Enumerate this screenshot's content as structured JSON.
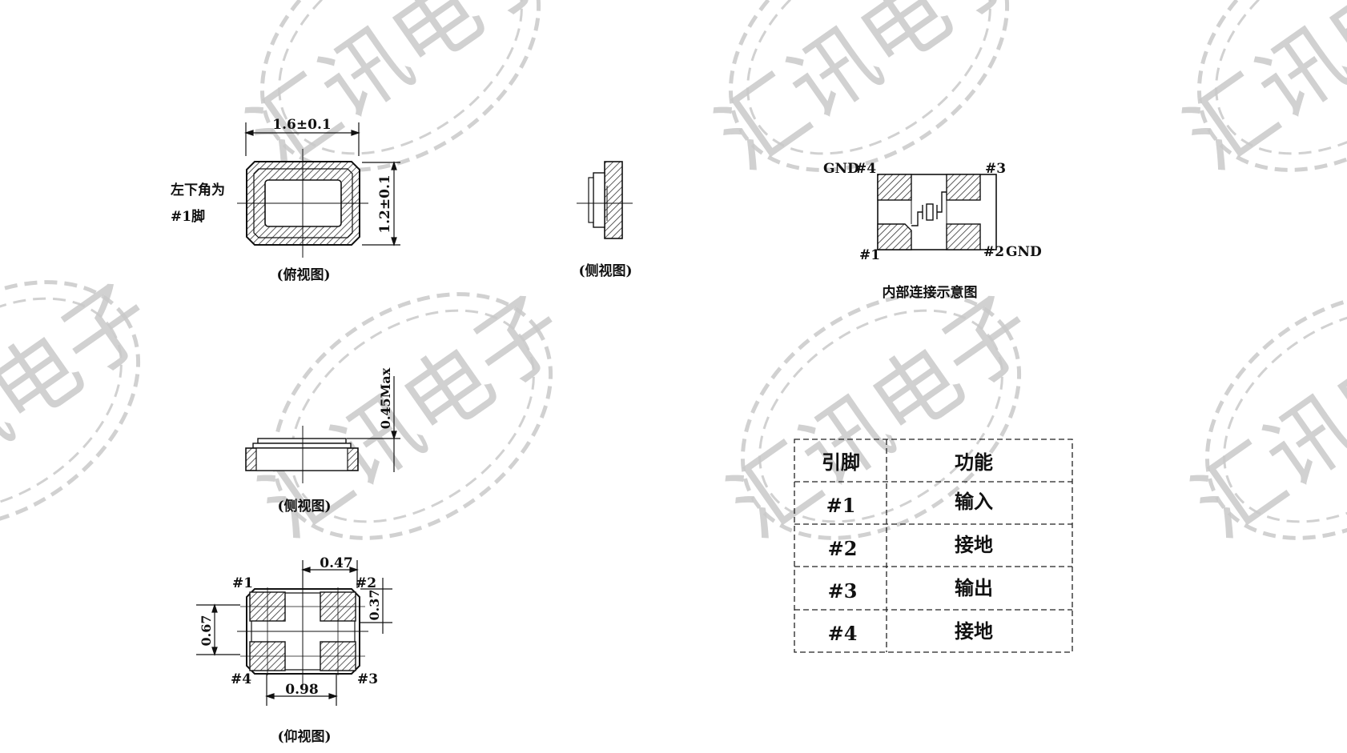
{
  "watermark": {
    "text": "汇讯电子"
  },
  "top_view": {
    "corner_note_line1": "左下角为",
    "corner_note_line2": "#1脚",
    "width_dim": "1.6±0.1",
    "height_dim": "1.2±0.1",
    "caption": "(俯视图)"
  },
  "side_view_small": {
    "caption": "(侧视图)"
  },
  "side_view_large": {
    "height_dim": "0.45Max",
    "caption": "(侧视图)"
  },
  "bottom_view": {
    "pins": [
      "#1",
      "#2",
      "#3",
      "#4"
    ],
    "dim_pad_w": "0.47",
    "dim_pad_h": "0.37",
    "dim_height": "0.67",
    "dim_width": "0.98",
    "caption": "(仰视图)"
  },
  "internal": {
    "gnd_top": "GND",
    "pin4": "#4",
    "pin3": "#3",
    "pin1": "#1",
    "pin2": "#2",
    "gnd_bottom": "GND",
    "caption": "内部连接示意图"
  },
  "pin_table": {
    "headers": [
      "引脚",
      "功能"
    ],
    "rows": [
      [
        "#1",
        "输入"
      ],
      [
        "#2",
        "接地"
      ],
      [
        "#3",
        "输出"
      ],
      [
        "#4",
        "接地"
      ]
    ]
  }
}
